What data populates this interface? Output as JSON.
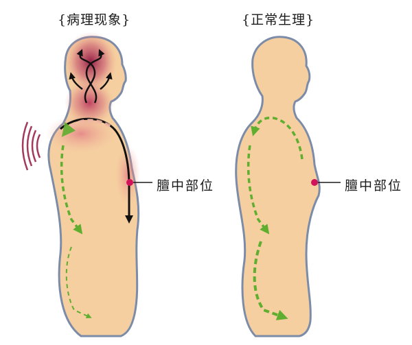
{
  "left_panel": {
    "title": "{病理现象}",
    "point_label": "膻中部位"
  },
  "right_panel": {
    "title": "{正常生理}",
    "point_label": "膻中部位"
  },
  "colors": {
    "body_fill": "#f5cfa0",
    "body_outline": "#7c8ca8",
    "inflammation": "#b01e52",
    "flow_arrow_green": "#5fae2f",
    "flow_arrow_black": "#111111",
    "point_marker": "#d1145a"
  }
}
